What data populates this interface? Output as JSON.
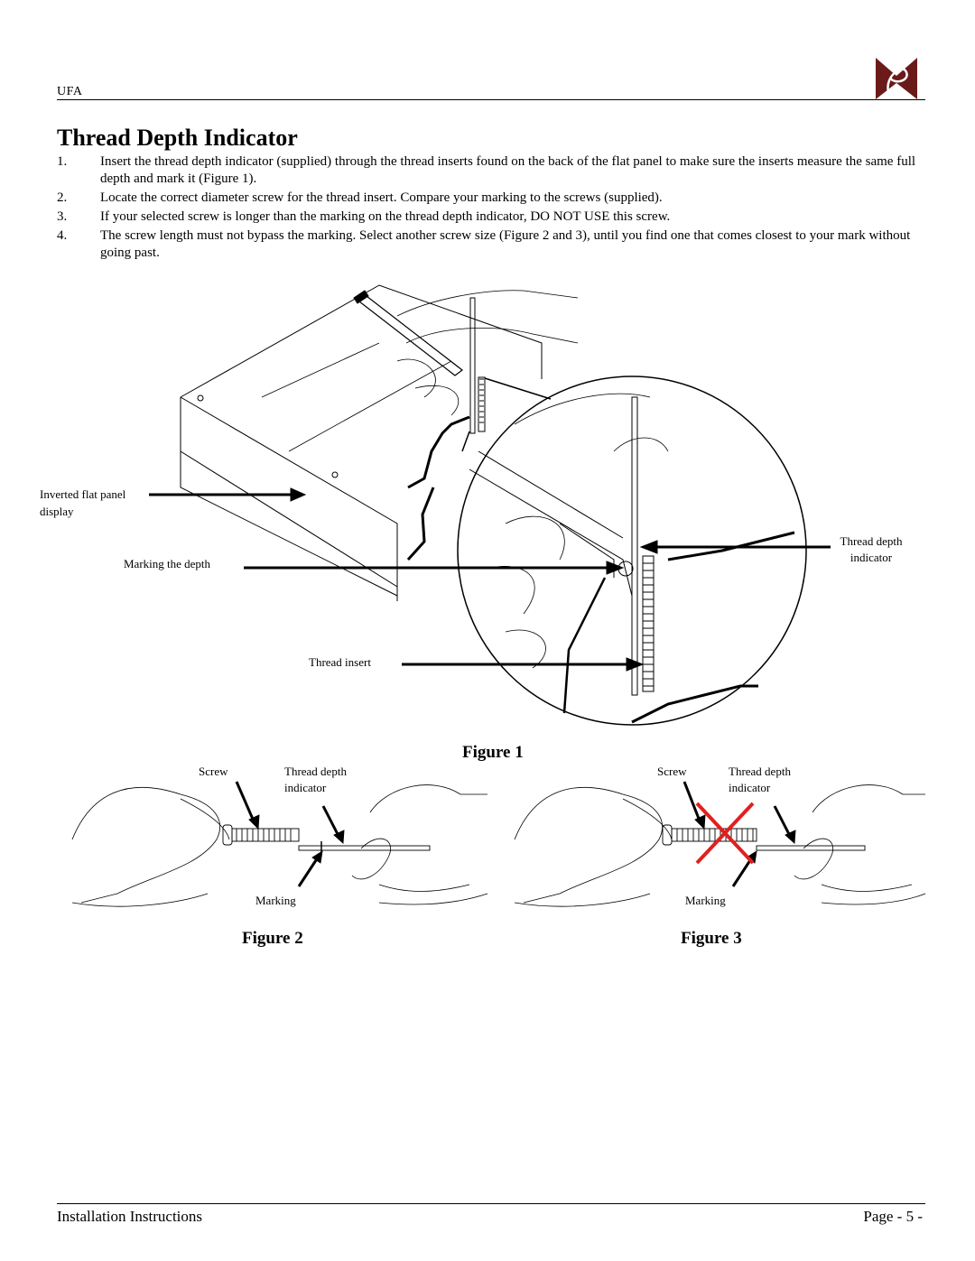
{
  "header": {
    "company": "UFA"
  },
  "title": "Thread Depth Indicator",
  "steps": [
    {
      "num": "1.",
      "text": "Insert the thread depth indicator (supplied) through the thread inserts found on the back of the flat panel to make sure the inserts measure the same full depth and mark it (Figure 1)."
    },
    {
      "num": "2.",
      "text": "Locate the correct diameter screw for the thread insert. Compare your marking to the screws (supplied)."
    },
    {
      "num": "3.",
      "text": "If your selected screw is longer than the marking on the thread depth indicator, DO NOT USE this screw."
    },
    {
      "num": "4.",
      "text": "The screw length must not bypass the marking. Select another screw size (Figure 2 and 3), until you find one that comes closest to your mark without going past."
    }
  ],
  "figure1": {
    "caption": "Figure 1",
    "label_panel_1": "Inverted flat panel",
    "label_panel_2": "display",
    "label_marking": "Marking the depth",
    "label_insert": "Thread insert",
    "label_indicator_1": "Thread depth",
    "label_indicator_2": "indicator"
  },
  "figure2": {
    "caption": "Figure 2",
    "label_screw": "Screw",
    "label_indicator_1": "Thread depth",
    "label_indicator_2": "indicator",
    "label_marking": "Marking"
  },
  "figure3": {
    "caption": "Figure 3",
    "label_screw": "Screw",
    "label_indicator_1": "Thread depth",
    "label_indicator_2": "indicator",
    "label_marking": "Marking",
    "x_mark_color": "#e02020"
  },
  "footer": {
    "left": "Installation Instructions",
    "right": "Page - 5 -"
  },
  "colors": {
    "logo": "#6b1a1a"
  }
}
